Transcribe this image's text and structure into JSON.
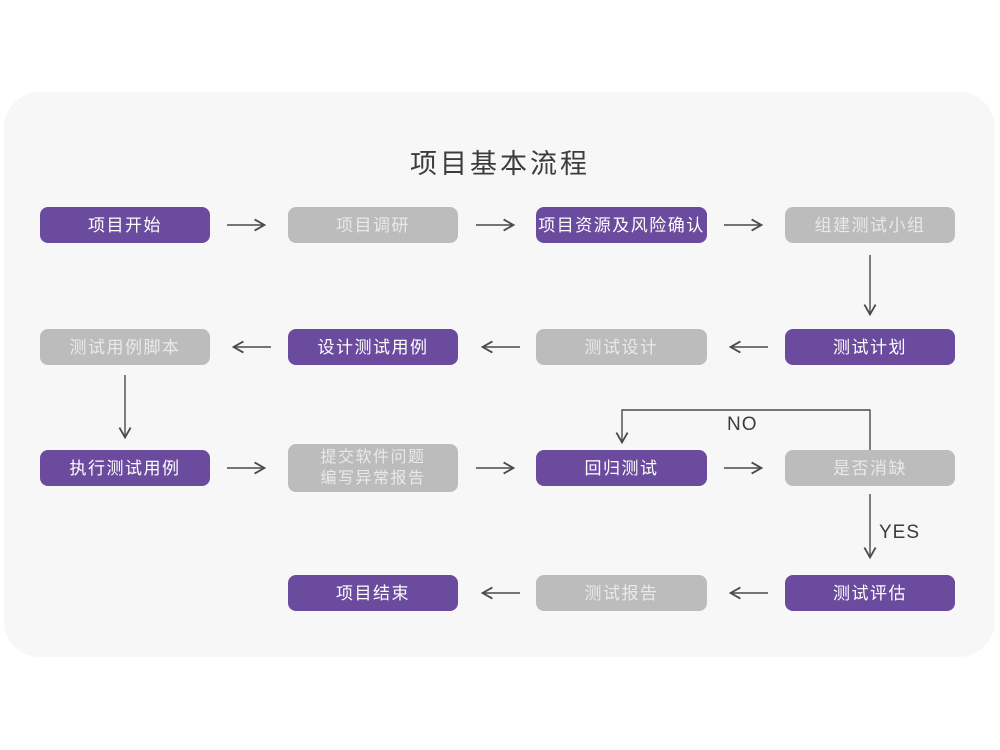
{
  "title": "项目基本流程",
  "decision_labels": {
    "no": "NO",
    "yes": "YES"
  },
  "colors": {
    "purple": "#6b4b9d",
    "gray": "#bcbcbc",
    "arrow": "#4a4a4a",
    "card_bg": "#f7f7f7",
    "page_bg": "#ffffff",
    "title_text": "#3c3c3c",
    "purple_text": "#ffffff",
    "gray_text": "#e9e9e9"
  },
  "nodes": [
    {
      "id": "project-start",
      "label": "项目开始",
      "variant": "purple"
    },
    {
      "id": "project-research",
      "label": "项目调研",
      "variant": "gray"
    },
    {
      "id": "resources-risk",
      "label": "项目资源及风险确认",
      "variant": "purple"
    },
    {
      "id": "build-test-team",
      "label": "组建测试小组",
      "variant": "gray"
    },
    {
      "id": "test-case-script",
      "label": "测试用例脚本",
      "variant": "gray"
    },
    {
      "id": "design-test-case",
      "label": "设计测试用例",
      "variant": "purple"
    },
    {
      "id": "test-design",
      "label": "测试设计",
      "variant": "gray"
    },
    {
      "id": "test-plan",
      "label": "测试计划",
      "variant": "purple"
    },
    {
      "id": "execute-test-case",
      "label": "执行测试用例",
      "variant": "purple"
    },
    {
      "id": "submit-issues",
      "label": "提交软件问题\n编写异常报告",
      "variant": "gray"
    },
    {
      "id": "regression-test",
      "label": "回归测试",
      "variant": "purple"
    },
    {
      "id": "defect-cleared",
      "label": "是否消缺",
      "variant": "gray"
    },
    {
      "id": "test-evaluation",
      "label": "测试评估",
      "variant": "purple"
    },
    {
      "id": "test-report",
      "label": "测试报告",
      "variant": "gray"
    },
    {
      "id": "project-end",
      "label": "项目结束",
      "variant": "purple"
    }
  ]
}
